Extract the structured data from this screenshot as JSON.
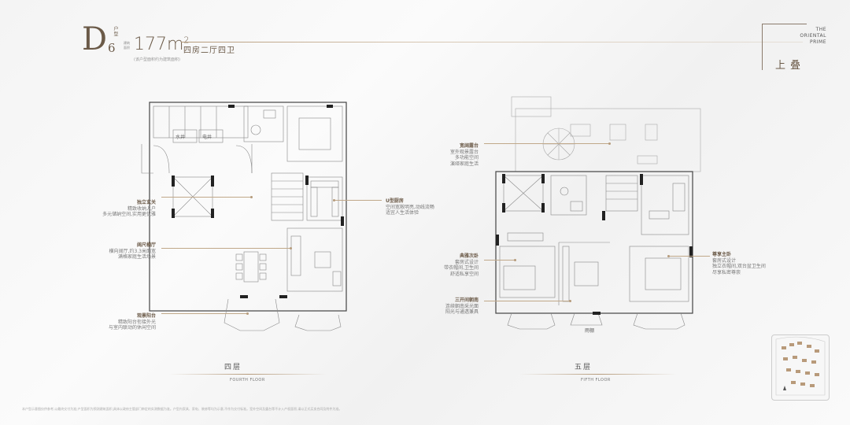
{
  "header": {
    "unit_letter": "D",
    "unit_number": "6",
    "unit_tag": "户型",
    "tiny_tags": "建筑 面积",
    "area_value": "177m",
    "area_exp": "2",
    "layout_name": "四房二厅四卫",
    "sub_note": "(该户型面积约为建筑面积)"
  },
  "brand": {
    "line1": "THE",
    "line2": "ORIENTAL",
    "line3": "PRIME",
    "cn": "上叠"
  },
  "fourth_floor": {
    "rooms": {
      "water": "水井",
      "electric": "电井"
    },
    "callouts": [
      {
        "title": "独立玄关",
        "lines": [
          "精致收纳入户",
          "多元储纳空间,实用更优雅"
        ]
      },
      {
        "title": "阔尺横厅",
        "lines": [
          "横向阔厅,约3.3米面宽",
          "满格家庭生活场景"
        ]
      },
      {
        "title": "观景阳台",
        "lines": [
          "精致阳台衔接外光",
          "与室内联动的休闲空间"
        ]
      },
      {
        "title": "U型厨房",
        "lines": [
          "空间宽敞明亮,动线流畅",
          "适宜人生活体验"
        ]
      }
    ],
    "title_cn": "四层",
    "title_en": "FOURTH FLOOR"
  },
  "fifth_floor": {
    "rooms": {
      "rain_shed": "雨棚"
    },
    "callouts": [
      {
        "title": "宽阔露台",
        "lines": [
          "室外观景露台",
          "多功能空间",
          "演绎家庭生活"
        ]
      },
      {
        "title": "典雅次卧",
        "lines": [
          "套房式设计",
          "带衣帽间,卫生间",
          "舒适私享空间"
        ]
      },
      {
        "title": "三开间朝南",
        "lines": [
          "连续朝南采光面",
          "阳光与通透兼具"
        ]
      },
      {
        "title": "尊享主卧",
        "lines": [
          "套房式设计",
          "独立衣帽间,双台盆卫生间",
          "尽享私密尊崇"
        ]
      }
    ],
    "title_cn": "五层",
    "title_en": "FIFTH FLOOR"
  },
  "footer": "本户型示意图仅供参考,以最终交付为准;户型面积为预测建筑面积,具体以政府主管部门审定的实测数据为准。户型内家具、家电、装修等均为示意,不作为交付标准。室外空间及露台等不计入产权面积,请以正式买卖合同及附件为准。"
}
